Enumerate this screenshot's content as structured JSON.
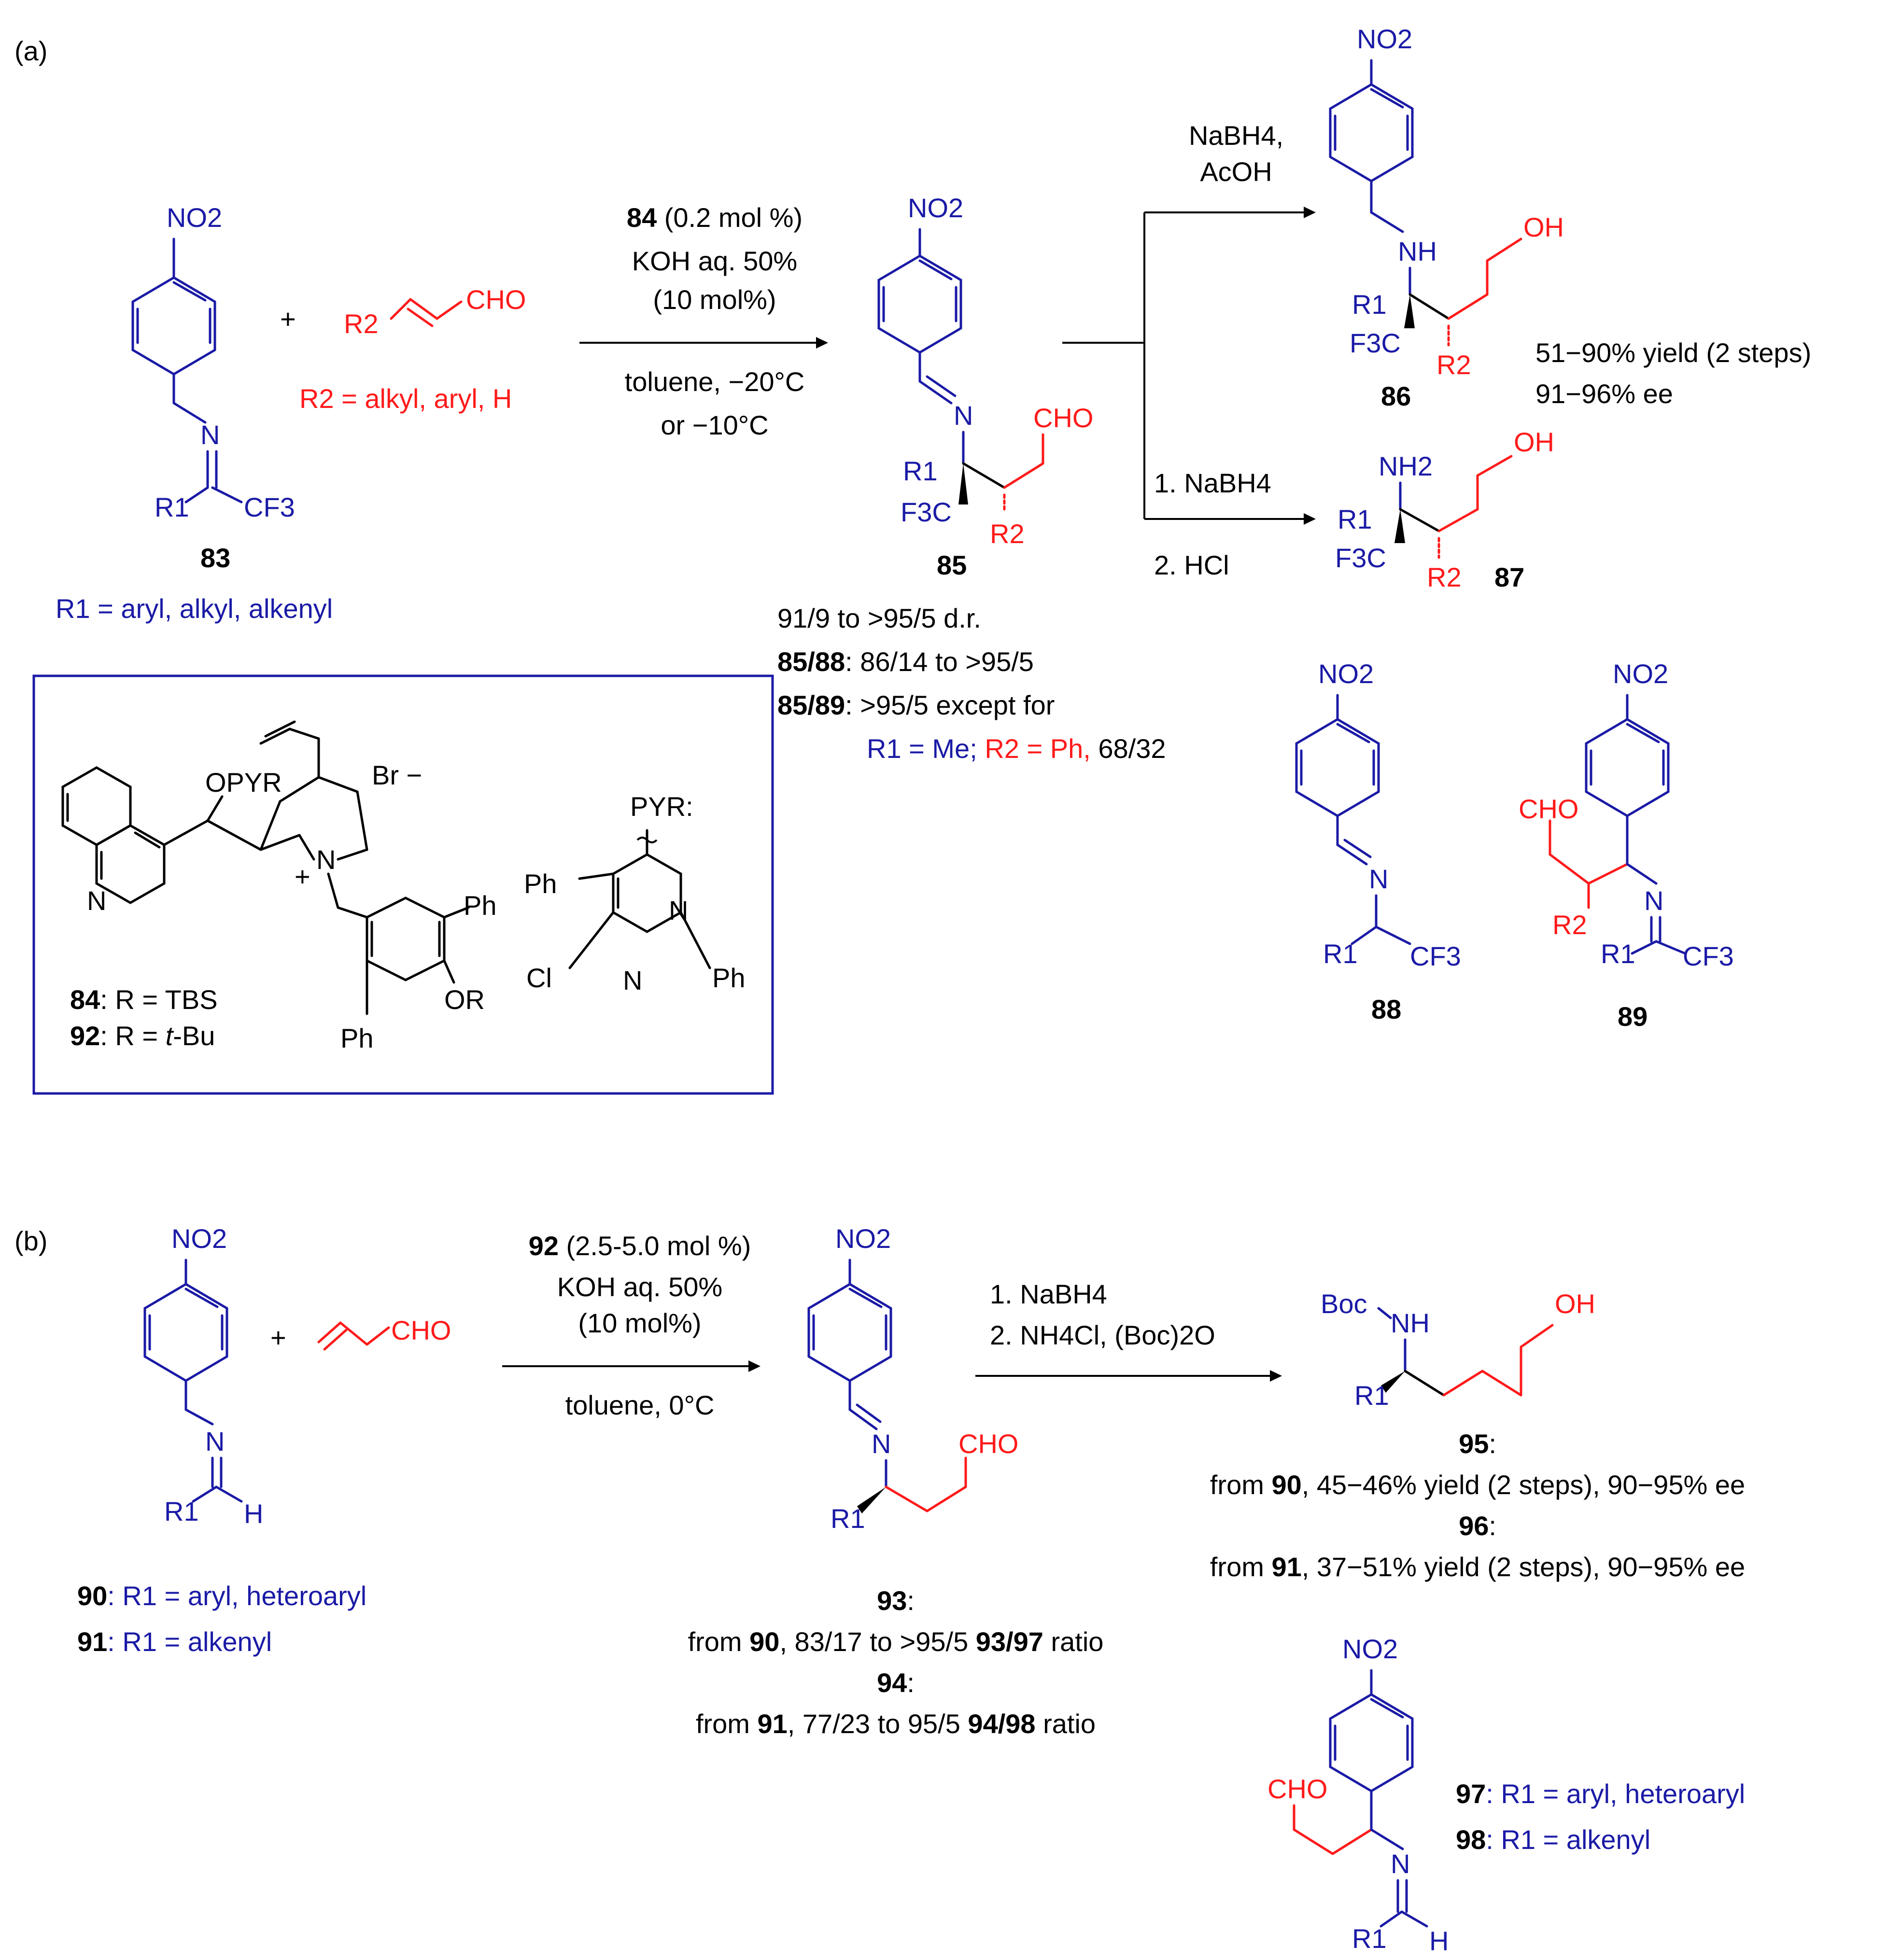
{
  "part_a": {
    "label": "(a)",
    "sm": {
      "nitro": "NO2",
      "r1": "R1",
      "cf3": "CF3",
      "n": "N",
      "compound": "83",
      "note": "R1 = aryl, alkyl, alkenyl"
    },
    "plus": "+",
    "aldehyde": {
      "r2": "R2",
      "cho": "CHO",
      "note": "R2 = alkyl, aryl, H"
    },
    "conditions": {
      "catalyst_num": "84",
      "catalyst_amt": "(0.2 mol %)",
      "base": "KOH aq. 50%",
      "base_amt": "(10 mol%)",
      "solvent": "toluene, −20°C",
      "alt_temp": "or −10°C"
    },
    "intermediate": {
      "nitro": "NO2",
      "n": "N",
      "cho": "CHO",
      "r1": "R1",
      "f3c": "F3C",
      "r2": "R2",
      "compound": "85"
    },
    "selectivity": {
      "dr": "91/9 to >95/5 d.r.",
      "r88_bold": "85/88",
      "r88_text": ": 86/14 to >95/5",
      "r89_bold": "85/89",
      "r89_text": ": >95/5 except for",
      "exception_blue": "R1 = Me; ",
      "exception_red": "R2 = Ph,",
      "exception_black": " 68/32"
    },
    "step_upper": {
      "line1": "NaBH4,",
      "line2": "AcOH"
    },
    "step_lower": {
      "line1": "1. NaBH4",
      "line2": "2. HCl"
    },
    "product86": {
      "nitro": "NO2",
      "nh": "NH",
      "oh": "OH",
      "r1": "R1",
      "f3c": "F3C",
      "r2": "R2",
      "compound": "86",
      "yield": "51−90% yield (2 steps)",
      "ee": "91−96% ee"
    },
    "product87": {
      "nh2": "NH2",
      "oh": "OH",
      "r1": "R1",
      "f3c": "F3C",
      "r2": "R2",
      "compound": "87"
    },
    "side88": {
      "nitro": "NO2",
      "n": "N",
      "r1": "R1",
      "cf3": "CF3",
      "compound": "88"
    },
    "side89": {
      "nitro": "NO2",
      "cho": "CHO",
      "n": "N",
      "r1": "R1",
      "r2": "R2",
      "cf3": "CF3",
      "compound": "89"
    },
    "catalyst_box": {
      "opyr": "OPYR",
      "br": "Br −",
      "n_plus": "N",
      "plus_sign": "+",
      "ph1": "Ph",
      "ph2": "Ph",
      "or": "OR",
      "quin_n": "N",
      "pyr_label": "PYR:",
      "pyr_ph_top": "Ph",
      "pyr_n1": "N",
      "pyr_n2": "N",
      "pyr_cl": "Cl",
      "pyr_ph_right": "Ph",
      "cat84_num": "84",
      "cat84_text": ": R = TBS",
      "cat92_num": "92",
      "cat92_text": ": R = ",
      "cat92_it": "t",
      "cat92_tail": "-Bu"
    }
  },
  "part_b": {
    "label": "(b)",
    "sm": {
      "nitro": "NO2",
      "n": "N",
      "r1": "R1",
      "h": "H",
      "c90_num": "90",
      "c90_text": ": R1 = aryl, heteroaryl",
      "c91_num": "91",
      "c91_text": ": R1 = alkenyl"
    },
    "plus": "+",
    "aldehyde": {
      "cho": "CHO"
    },
    "conditions": {
      "catalyst_num": "92",
      "catalyst_amt": "(2.5-5.0 mol %)",
      "base": "KOH aq. 50%",
      "base_amt": "(10 mol%)",
      "solvent": "toluene, 0°C"
    },
    "intermediate": {
      "nitro": "NO2",
      "n": "N",
      "cho": "CHO",
      "r1": "R1"
    },
    "i93": {
      "num": "93",
      "colon": ":",
      "from": "from ",
      "src": "90",
      "mid": ", 83/17 to >95/5 ",
      "ratio_bold": "93/97",
      "tail": " ratio"
    },
    "i94": {
      "num": "94",
      "colon": ":",
      "from": "from ",
      "src": "91",
      "mid": ", 77/23 to 95/5 ",
      "ratio_bold": "94/98",
      "tail": " ratio"
    },
    "step": {
      "line1": "1. NaBH4",
      "line2": "2. NH4Cl, (Boc)2O"
    },
    "product": {
      "boc": "Boc",
      "nh": "NH",
      "oh": "OH",
      "r1": "R1"
    },
    "p95": {
      "num": "95",
      "colon": ":",
      "from": "from ",
      "src": "90",
      "tail": ", 45−46% yield (2 steps), 90−95% ee"
    },
    "p96": {
      "num": "96",
      "colon": ":",
      "from": "from ",
      "src": "91",
      "tail": ", 37−51% yield (2 steps), 90−95% ee"
    },
    "side": {
      "nitro": "NO2",
      "cho": "CHO",
      "n": "N",
      "r1": "R1",
      "h": "H",
      "c97_num": "97",
      "c97_text": ": R1 = aryl, heteroaryl",
      "c98_num": "98",
      "c98_text": ": R1 = alkenyl"
    }
  },
  "colors": {
    "substrate": "#1a1aa6",
    "reagent": "#ff1a1a",
    "text": "#000000"
  }
}
